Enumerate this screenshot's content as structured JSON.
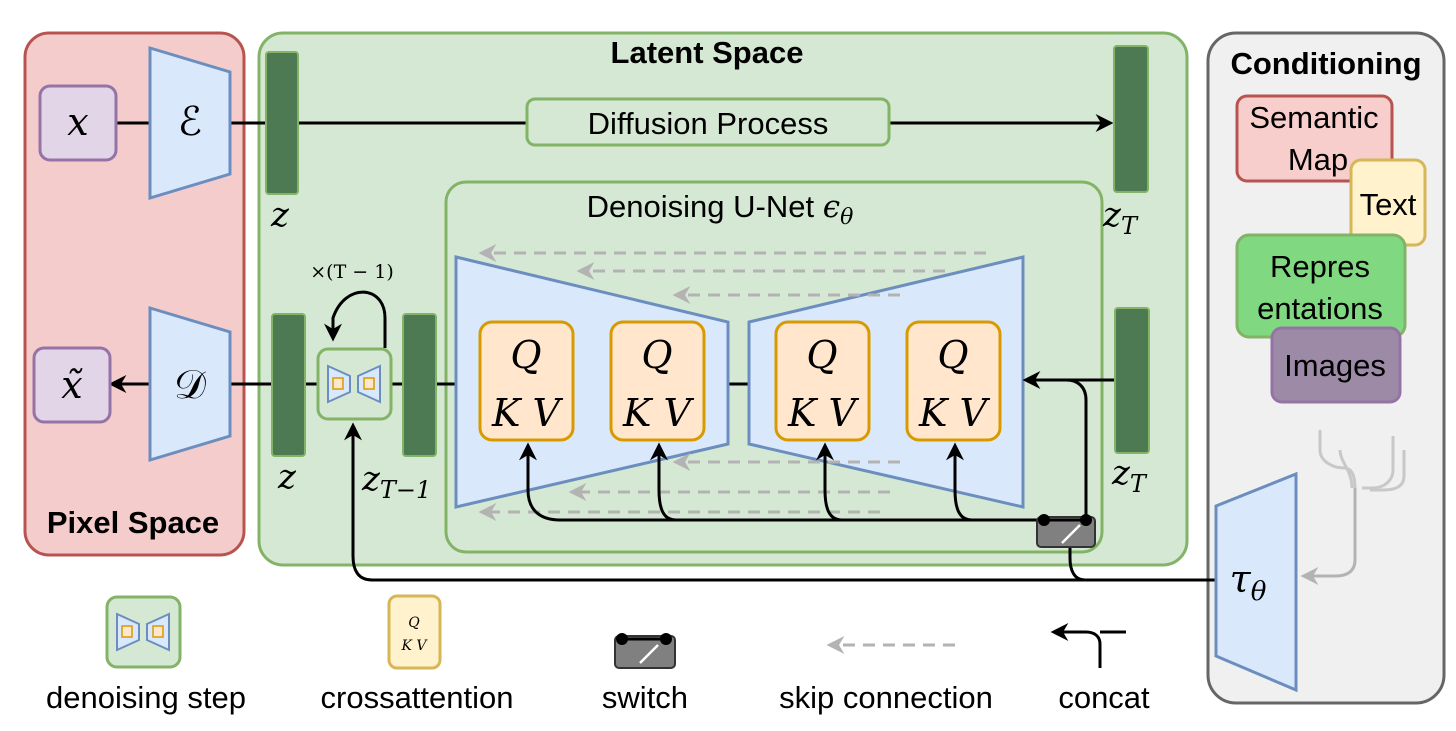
{
  "panels": {
    "pixel_space": "Pixel Space",
    "latent_space": "Latent Space",
    "conditioning": "Conditioning"
  },
  "pixel": {
    "input": "x",
    "output": "x̃",
    "encoder": "ℰ",
    "decoder": "𝒟"
  },
  "latent": {
    "z_top": "z",
    "z_bottom": "z",
    "z_T_top": "z",
    "z_T_top_sub": "T",
    "z_T_bottom": "z",
    "z_T_bottom_sub": "T",
    "z_T_minus_1": "z",
    "z_T_minus_1_sub": "T−1",
    "diffusion_process": "Diffusion Process",
    "repeat_label": "×(T − 1)",
    "unet_title": "Denoising U-Net ",
    "unet_eps": "ϵ",
    "unet_theta": "θ"
  },
  "qkv": {
    "q": "Q",
    "kv": "K V"
  },
  "conditioning": {
    "semantic_map": [
      "Semantic",
      "Map"
    ],
    "text": "Text",
    "representations": [
      "Repres",
      "entations"
    ],
    "images": "Images",
    "tau": "τ",
    "tau_sub": "θ"
  },
  "legend": {
    "denoising_step": "denoising step",
    "crossattention": "crossattention",
    "switch": "switch",
    "skip_connection": "skip connection",
    "concat": "concat",
    "mini_q": "Q",
    "mini_kv": "K V"
  },
  "colors": {
    "pixel_fill": "#f5cccc",
    "pixel_stroke": "#b85450",
    "latent_fill": "#d5e8d4",
    "latent_stroke": "#82b366",
    "blue_fill": "#dae8fc",
    "blue_stroke": "#6c8ebf",
    "orange_fill": "#ffe6cc",
    "orange_stroke": "#d79b00",
    "dark_green": "#4d7a53",
    "purple_fill": "#e1d5e7",
    "purple_stroke": "#9673a6",
    "yellow_fill": "#fff2cc",
    "yellow_stroke": "#d6b656",
    "cond_fill": "#f0f0f0",
    "cond_stroke": "#666666",
    "switch_fill": "#808080",
    "gray_arrow": "#b3b3b3"
  }
}
